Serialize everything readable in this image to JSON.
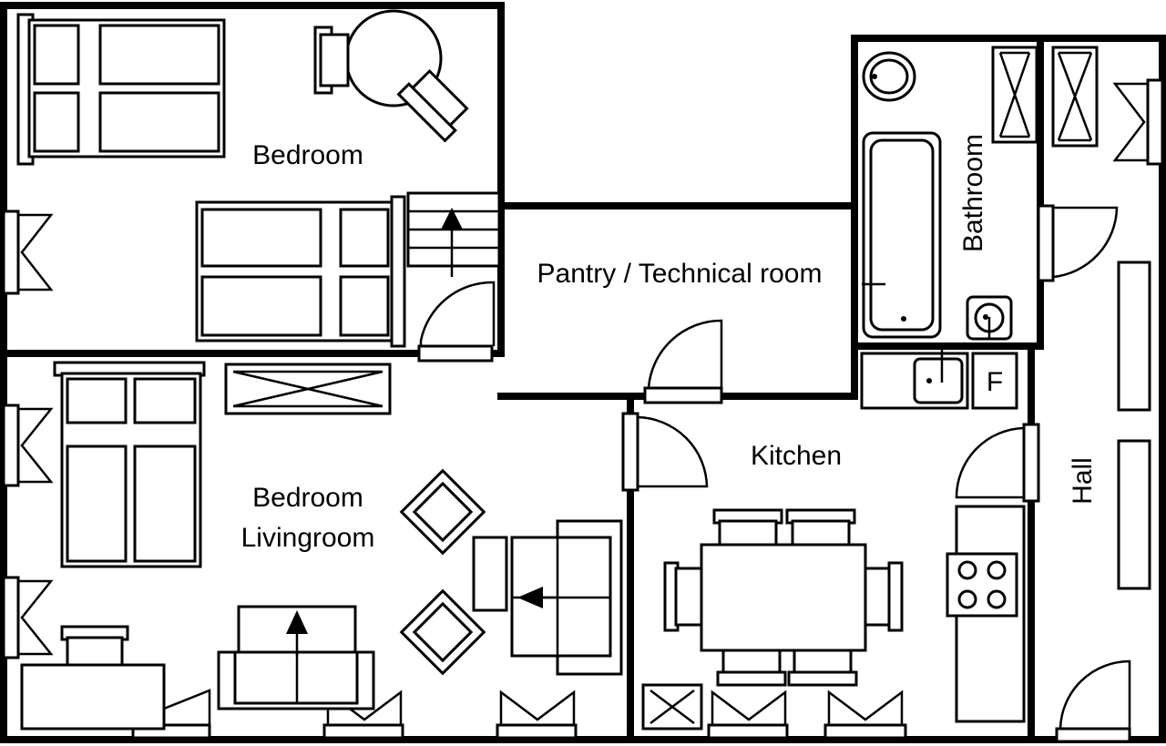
{
  "rooms": {
    "bedroom": "Bedroom",
    "pantry": "Pantry / Technical room",
    "bathroom": "Bathroom",
    "kitchen": "Kitchen",
    "bedroom_livingroom_line1": "Bedroom",
    "bedroom_livingroom_line2": "Livingroom",
    "hall": "Hall",
    "fridge": "F"
  }
}
